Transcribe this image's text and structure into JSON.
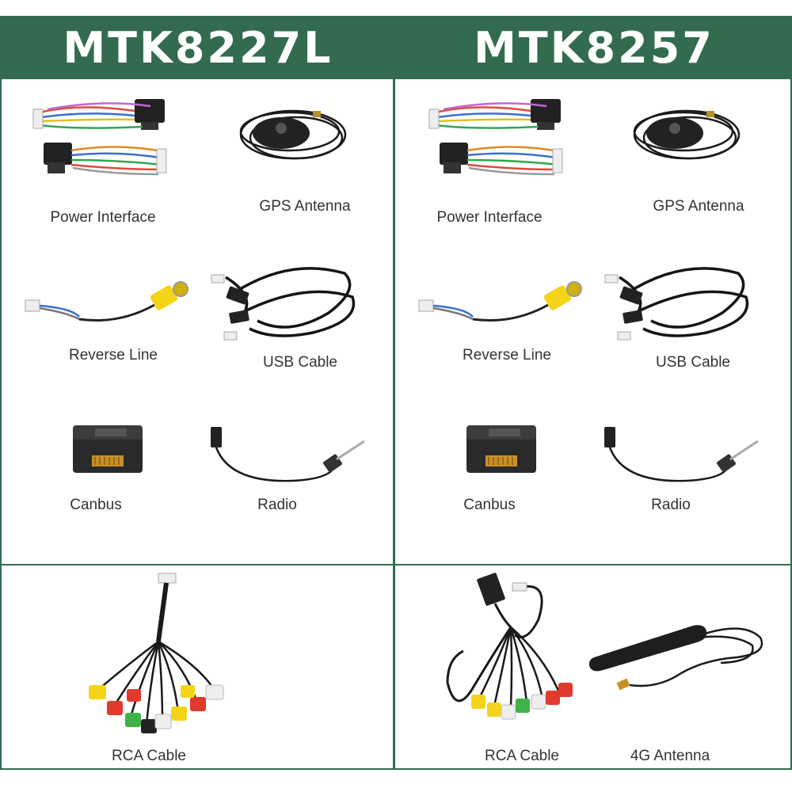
{
  "header": {
    "left_title": "MTK8227L",
    "right_title": "MTK8257"
  },
  "left_panel": {
    "power_interface": "Power Interface",
    "gps_antenna": "GPS Antenna",
    "reverse_line": "Reverse Line",
    "usb_cable": "USB Cable",
    "canbus": "Canbus",
    "radio": "Radio",
    "rca_cable": "RCA Cable"
  },
  "right_panel": {
    "power_interface": "Power Interface",
    "gps_antenna": "GPS Antenna",
    "reverse_line": "Reverse Line",
    "usb_cable": "USB Cable",
    "canbus": "Canbus",
    "radio": "Radio",
    "rca_cable": "RCA Cable",
    "antenna_4g": "4G Antenna"
  },
  "colors": {
    "brand_green": "#336b4f",
    "header_text": "#ffffff",
    "label_text": "#333333"
  }
}
